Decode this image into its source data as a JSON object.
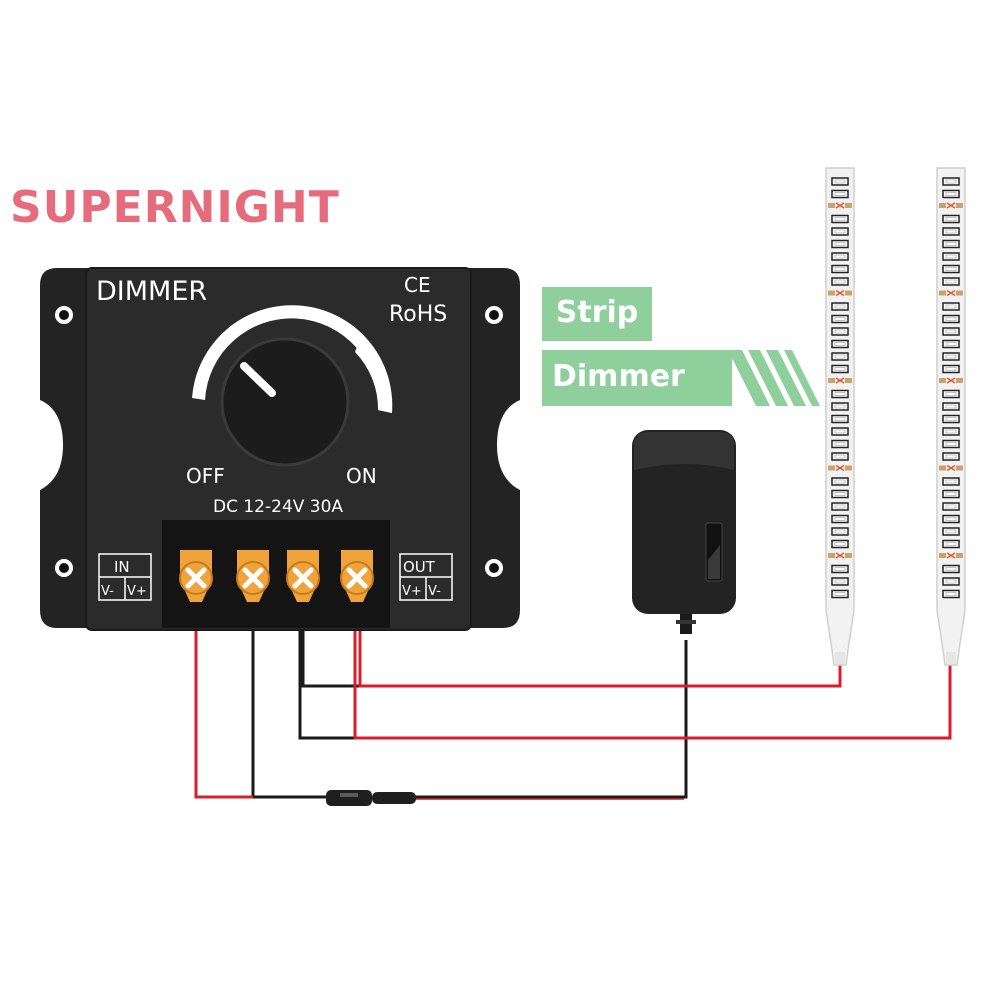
{
  "brand": {
    "name": "SUPERNIGHT",
    "color": "#e56b7d"
  },
  "controller": {
    "title": "DIMMER",
    "ce_mark": "CE",
    "rohs_mark": "RoHS",
    "off_label": "OFF",
    "on_label": "ON",
    "rating": "DC 12-24V 30A",
    "in_label": "IN",
    "in_minus": "V-",
    "in_plus": "V+",
    "out_label": "OUT",
    "out_plus": "V+",
    "out_minus": "V-",
    "body_color": "#2b2b2b",
    "terminal_color": "#f0a33a"
  },
  "badges": {
    "strip": "Strip",
    "dimmer": "Dimmer",
    "color": "#8fcf9c"
  },
  "wire_colors": {
    "positive": "#d81e2a",
    "negative": "#1a1a1a"
  },
  "led_color": "#e4572e"
}
